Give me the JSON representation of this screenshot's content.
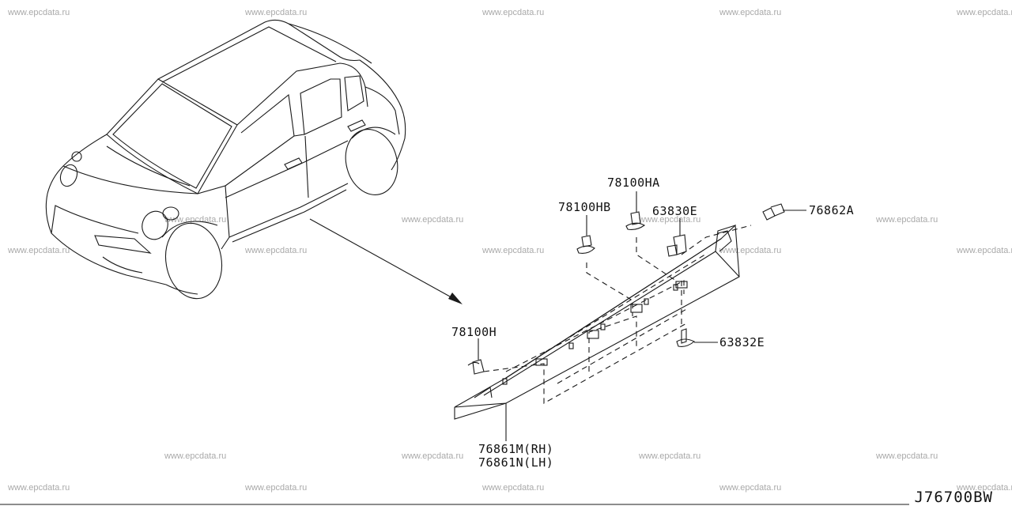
{
  "watermark": "www.epcdata.ru",
  "diagram_code": "J76700BW",
  "part_labels": {
    "clip_hb": "78100HB",
    "clip_ha": "78100HA",
    "bracket": "63830E",
    "screw": "76862A",
    "clip_h": "78100H",
    "bolt": "63832E",
    "mudguard_rh": "76861M(RH)",
    "mudguard_lh": "76861N(LH)"
  }
}
